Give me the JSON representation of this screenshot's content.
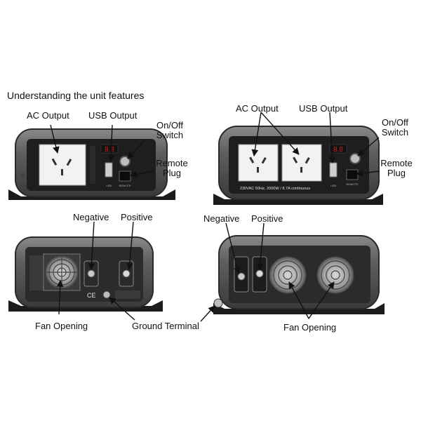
{
  "heading": "Understanding the unit features",
  "top_left": {
    "ac_output": "AC Output",
    "usb_output": "USB Output",
    "on_off_switch": [
      "On/Off",
      "Switch"
    ],
    "remote_plug": [
      "Remote",
      "Plug"
    ],
    "display_readout": "8.8",
    "usb_tag": "USB",
    "remote_tag": "REMOTE"
  },
  "top_right": {
    "ac_output": "AC Output",
    "usb_output": "USB Output",
    "on_off_switch": [
      "On/Off",
      "Switch"
    ],
    "remote_plug": [
      "Remote",
      "Plug"
    ],
    "rating_strip": "230VAC 50Hz, 2000W / 8.7A continuous",
    "display_readout": "8.8",
    "usb_tag": "USB",
    "remote_tag": "REMOTE"
  },
  "bottom_left": {
    "negative": "Negative",
    "positive": "Positive",
    "fan_opening": "Fan Opening",
    "ce_mark": "CE"
  },
  "bottom_right": {
    "negative": "Negative",
    "positive": "Positive",
    "fan_opening": "Fan Opening"
  },
  "ground_terminal": "Ground Terminal",
  "colors": {
    "housing": "#5d5d5d",
    "housing_edge": "#2a2a2a",
    "panel": "#1e1e1e",
    "socket_plate": "#f2f2f2",
    "display_red": "#d02020",
    "label_text": "#111111",
    "line": "#111111"
  }
}
